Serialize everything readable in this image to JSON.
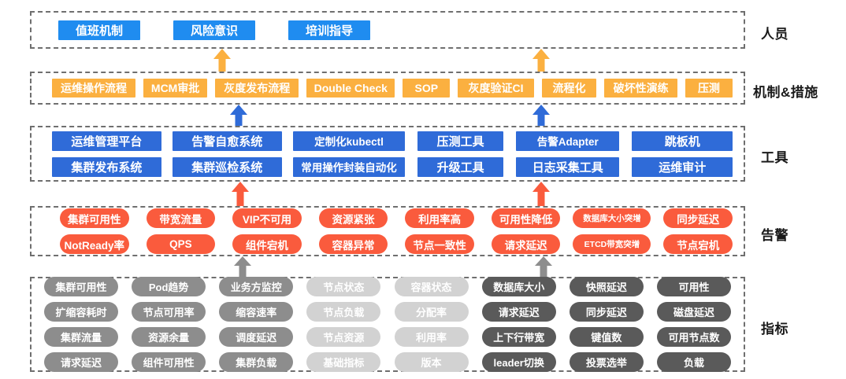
{
  "layers": [
    {
      "key": "people",
      "caption": "人员",
      "rows": [
        [
          "值班机制",
          "风险意识",
          "培训指导"
        ]
      ]
    },
    {
      "key": "mechanism",
      "caption": "机制&措施",
      "rows": [
        [
          "运维操作流程",
          "MCM审批",
          "灰度发布流程",
          "Double Check",
          "SOP",
          "灰度验证CI",
          "流程化",
          "破坏性演练",
          "压测"
        ]
      ]
    },
    {
      "key": "tools",
      "caption": "工具",
      "rows": [
        [
          "运维管理平台",
          "告警自愈系统",
          "定制化kubectl",
          "压测工具",
          "告警Adapter",
          "跳板机"
        ],
        [
          "集群发布系统",
          "集群巡检系统",
          "常用操作封装自动化",
          "升级工具",
          "日志采集工具",
          "运维审计"
        ]
      ]
    },
    {
      "key": "alerts",
      "caption": "告警",
      "rows": [
        [
          "集群可用性",
          "带宽流量",
          "VIP不可用",
          "资源紧张",
          "利用率高",
          "可用性降低",
          "数据库大小突增",
          "同步延迟"
        ],
        [
          "NotReady率",
          "QPS",
          "组件宕机",
          "容器异常",
          "节点一致性",
          "请求延迟",
          "ETCD带宽突增",
          "节点宕机"
        ]
      ],
      "small_cells": [
        [
          6
        ],
        [
          6
        ]
      ]
    },
    {
      "key": "metrics",
      "caption": "指标",
      "columns": [
        {
          "tone": "mid",
          "items": [
            "集群可用性",
            "扩缩容耗时",
            "集群流量",
            "请求延迟"
          ]
        },
        {
          "tone": "mid",
          "items": [
            "Pod趋势",
            "节点可用率",
            "资源余量",
            "组件可用性"
          ]
        },
        {
          "tone": "mid",
          "items": [
            "业务方监控",
            "缩容速率",
            "调度延迟",
            "集群负载"
          ]
        },
        {
          "tone": "light",
          "items": [
            "节点状态",
            "节点负载",
            "节点资源",
            "基础指标"
          ]
        },
        {
          "tone": "light",
          "items": [
            "容器状态",
            "分配率",
            "利用率",
            "版本"
          ]
        },
        {
          "tone": "dark",
          "items": [
            "数据库大小",
            "请求延迟",
            "上下行带宽",
            "leader切换"
          ]
        },
        {
          "tone": "dark",
          "items": [
            "快照延迟",
            "同步延迟",
            "键值数",
            "投票选举"
          ]
        },
        {
          "tone": "dark",
          "items": [
            "可用性",
            "磁盘延迟",
            "可用节点数",
            "负载"
          ]
        }
      ]
    }
  ],
  "arrows": [
    {
      "name": "arrow-mechanism-to-people-left",
      "color": "#fbb040"
    },
    {
      "name": "arrow-mechanism-to-people-right",
      "color": "#fbb040"
    },
    {
      "name": "arrow-tools-to-mechanism-left",
      "color": "#2f6bd8"
    },
    {
      "name": "arrow-tools-to-mechanism-right",
      "color": "#2f6bd8"
    },
    {
      "name": "arrow-alerts-to-tools-left",
      "color": "#fa5b3d"
    },
    {
      "name": "arrow-alerts-to-tools-right",
      "color": "#fa5b3d"
    },
    {
      "name": "arrow-metrics-to-alerts-left",
      "color": "#8d8d8d"
    },
    {
      "name": "arrow-metrics-to-alerts-right",
      "color": "#8d8d8d"
    }
  ],
  "colors": {
    "people_chip": "#1f8cf0",
    "mechanism_chip": "#fbb040",
    "tool_chip": "#2f6bd8",
    "alert_chip": "#fa5b3d",
    "metric_mid": "#8d8d8d",
    "metric_light": "#d2d2d2",
    "metric_dark": "#5a5a5a",
    "band_border": "#6f6f6f"
  }
}
